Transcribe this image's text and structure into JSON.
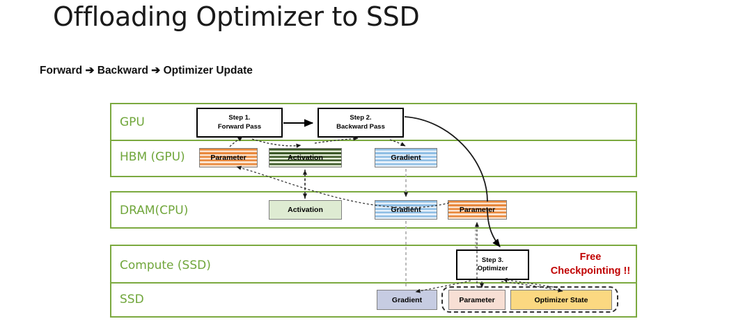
{
  "page": {
    "title": "Offloading Optimizer to SSD",
    "subtitle": "Forward ➔ Backward ➔ Optimizer Update",
    "accent_green": "#7BA93F",
    "label_green": "#70A63B",
    "alert_red": "#C00000",
    "background": "#FFFFFF"
  },
  "bands": [
    {
      "id": "gpu",
      "label": "GPU"
    },
    {
      "id": "hbm",
      "label": "HBM (GPU)"
    },
    {
      "id": "dram",
      "label": "DRAM(CPU)"
    },
    {
      "id": "compute_ssd",
      "label": "Compute (SSD)"
    },
    {
      "id": "ssd",
      "label": "SSD"
    }
  ],
  "steps": [
    {
      "id": "step1",
      "line1": "Step 1.",
      "line2": "Forward Pass"
    },
    {
      "id": "step2",
      "line1": "Step 2.",
      "line2": "Backward Pass"
    },
    {
      "id": "step3",
      "line1": "Step 3.",
      "line2": "Optimizer"
    }
  ],
  "chips": {
    "hbm_parameter": {
      "label": "Parameter",
      "fill": "striped-orange"
    },
    "hbm_activation": {
      "label": "Activation",
      "fill": "striped-green"
    },
    "hbm_gradient": {
      "label": "Gradient",
      "fill": "striped-blue"
    },
    "dram_activation": {
      "label": "Activation",
      "fill": "solid-light-green"
    },
    "dram_gradient": {
      "label": "Gradient",
      "fill": "striped-blue"
    },
    "dram_parameter": {
      "label": "Parameter",
      "fill": "striped-orange"
    },
    "ssd_gradient": {
      "label": "Gradient",
      "fill": "solid-blue-gray"
    },
    "ssd_parameter": {
      "label": "Parameter",
      "fill": "solid-peach"
    },
    "ssd_optimizer": {
      "label": "Optimizer State",
      "fill": "solid-gold"
    }
  },
  "annotations": {
    "free_checkpointing_line1": "Free",
    "free_checkpointing_line2": "Checkpointing !!"
  }
}
